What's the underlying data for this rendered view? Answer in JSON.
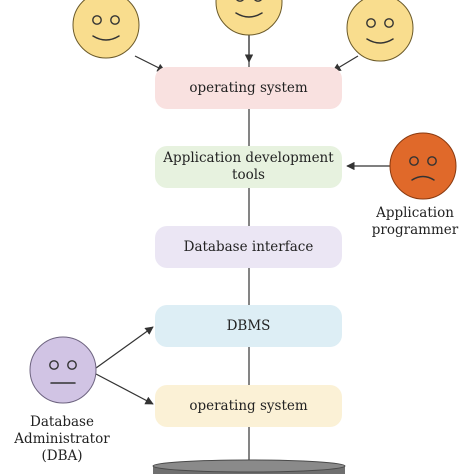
{
  "layers": [
    {
      "id": "os-top",
      "label_lines": [
        "operating system"
      ],
      "fill": "#f9e1e0"
    },
    {
      "id": "adt",
      "label_lines": [
        "Application development",
        "tools"
      ],
      "fill": "#e7f2df"
    },
    {
      "id": "dbi",
      "label_lines": [
        "Database interface"
      ],
      "fill": "#ebe6f4"
    },
    {
      "id": "dbms",
      "label_lines": [
        "DBMS"
      ],
      "fill": "#ddeef5"
    },
    {
      "id": "os-bottom",
      "label_lines": [
        "operating system"
      ],
      "fill": "#fbf1d6"
    }
  ],
  "actors": [
    {
      "id": "user-1",
      "mood": "happy",
      "color": "#f9dd8e"
    },
    {
      "id": "user-2",
      "mood": "happy",
      "color": "#f9dd8e"
    },
    {
      "id": "user-3",
      "mood": "happy",
      "color": "#f9dd8e"
    },
    {
      "id": "application-programmer",
      "mood": "sad",
      "color": "#e0692a",
      "caption_lines": [
        "Application",
        "programmer"
      ]
    },
    {
      "id": "database-administrator",
      "mood": "neutral",
      "color": "#d1c4e4",
      "caption_lines": [
        "Database",
        "Administrator",
        "(DBA)"
      ]
    }
  ],
  "database": {
    "color": "#6f6f6f"
  },
  "colors": {
    "line": "#333333",
    "face_stroke": "#6b5a2a"
  }
}
